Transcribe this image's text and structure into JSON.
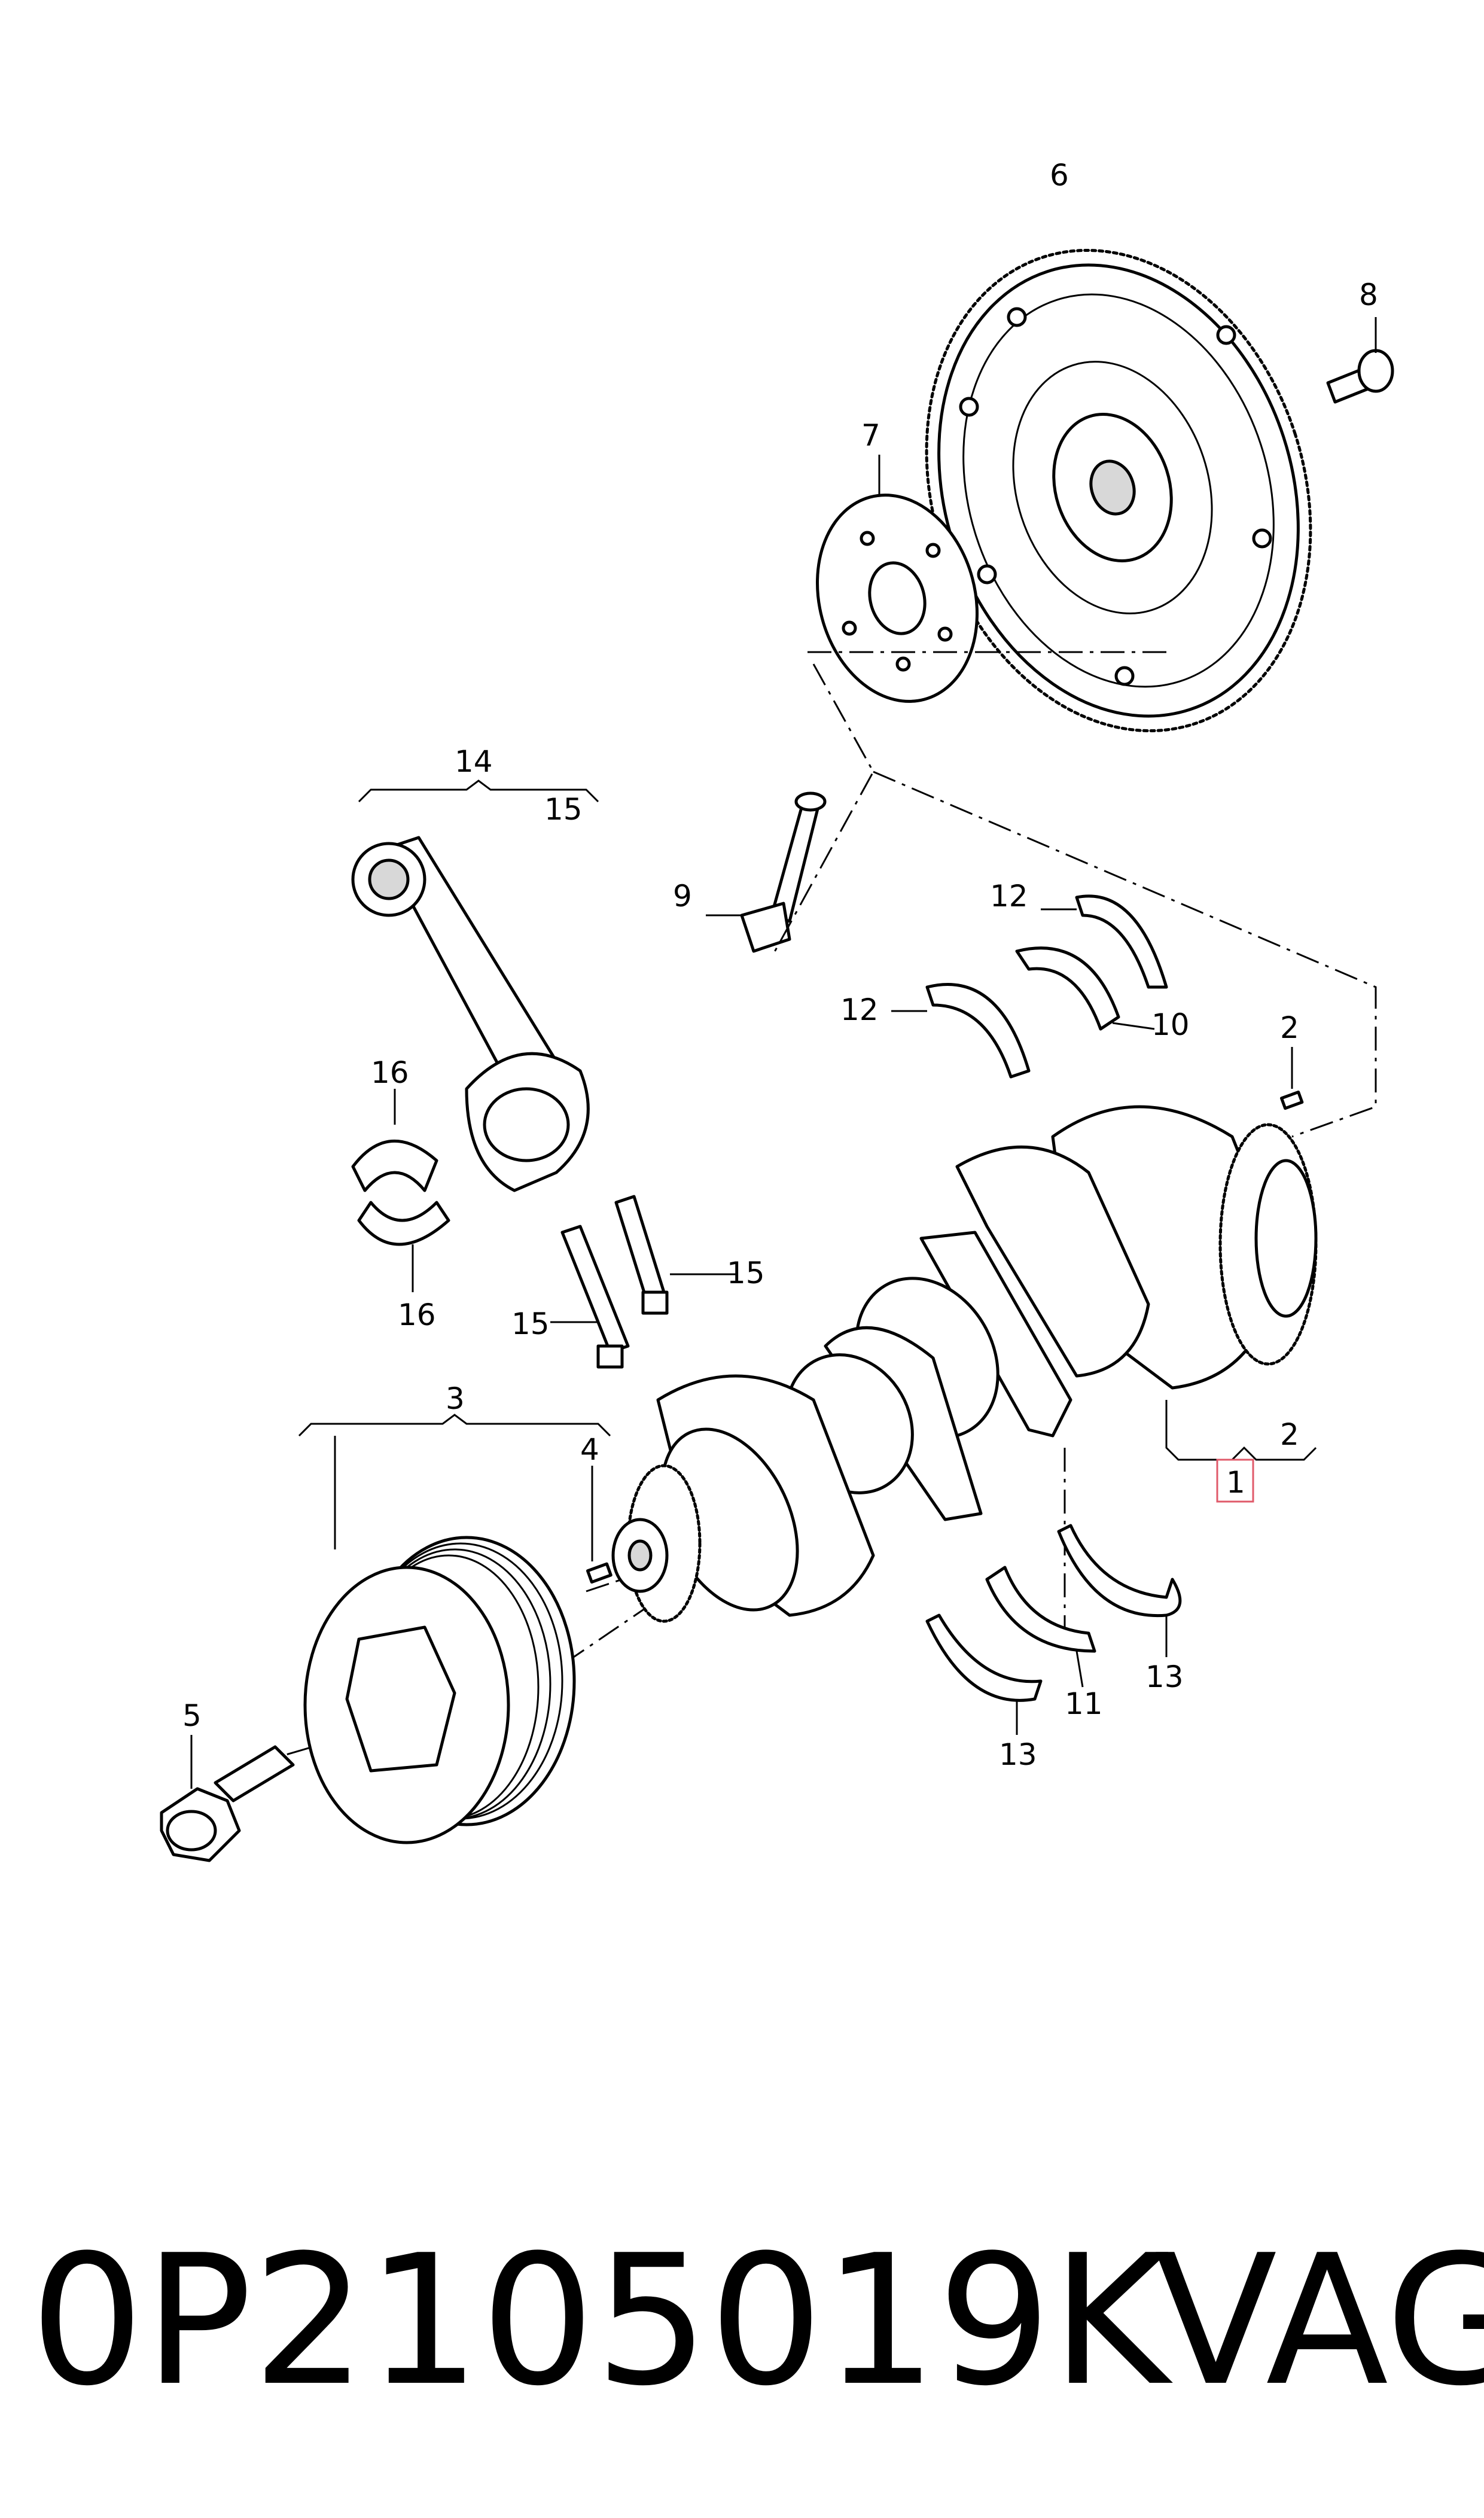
{
  "callouts": {
    "c1": "1",
    "c2a": "2",
    "c2b": "2",
    "c3": "3",
    "c4": "4",
    "c5": "5",
    "c6": "6",
    "c7": "7",
    "c8": "8",
    "c9": "9",
    "c10": "10",
    "c11": "11",
    "c12a": "12",
    "c12b": "12",
    "c13a": "13",
    "c13b": "13",
    "c14": "14",
    "c15a": "15",
    "c15b": "15",
    "c15c": "15",
    "c16a": "16",
    "c16b": "16"
  },
  "highlight_color": "#e05a6a",
  "footer": {
    "part_number": "0P2105019K",
    "brand": "VAG"
  }
}
